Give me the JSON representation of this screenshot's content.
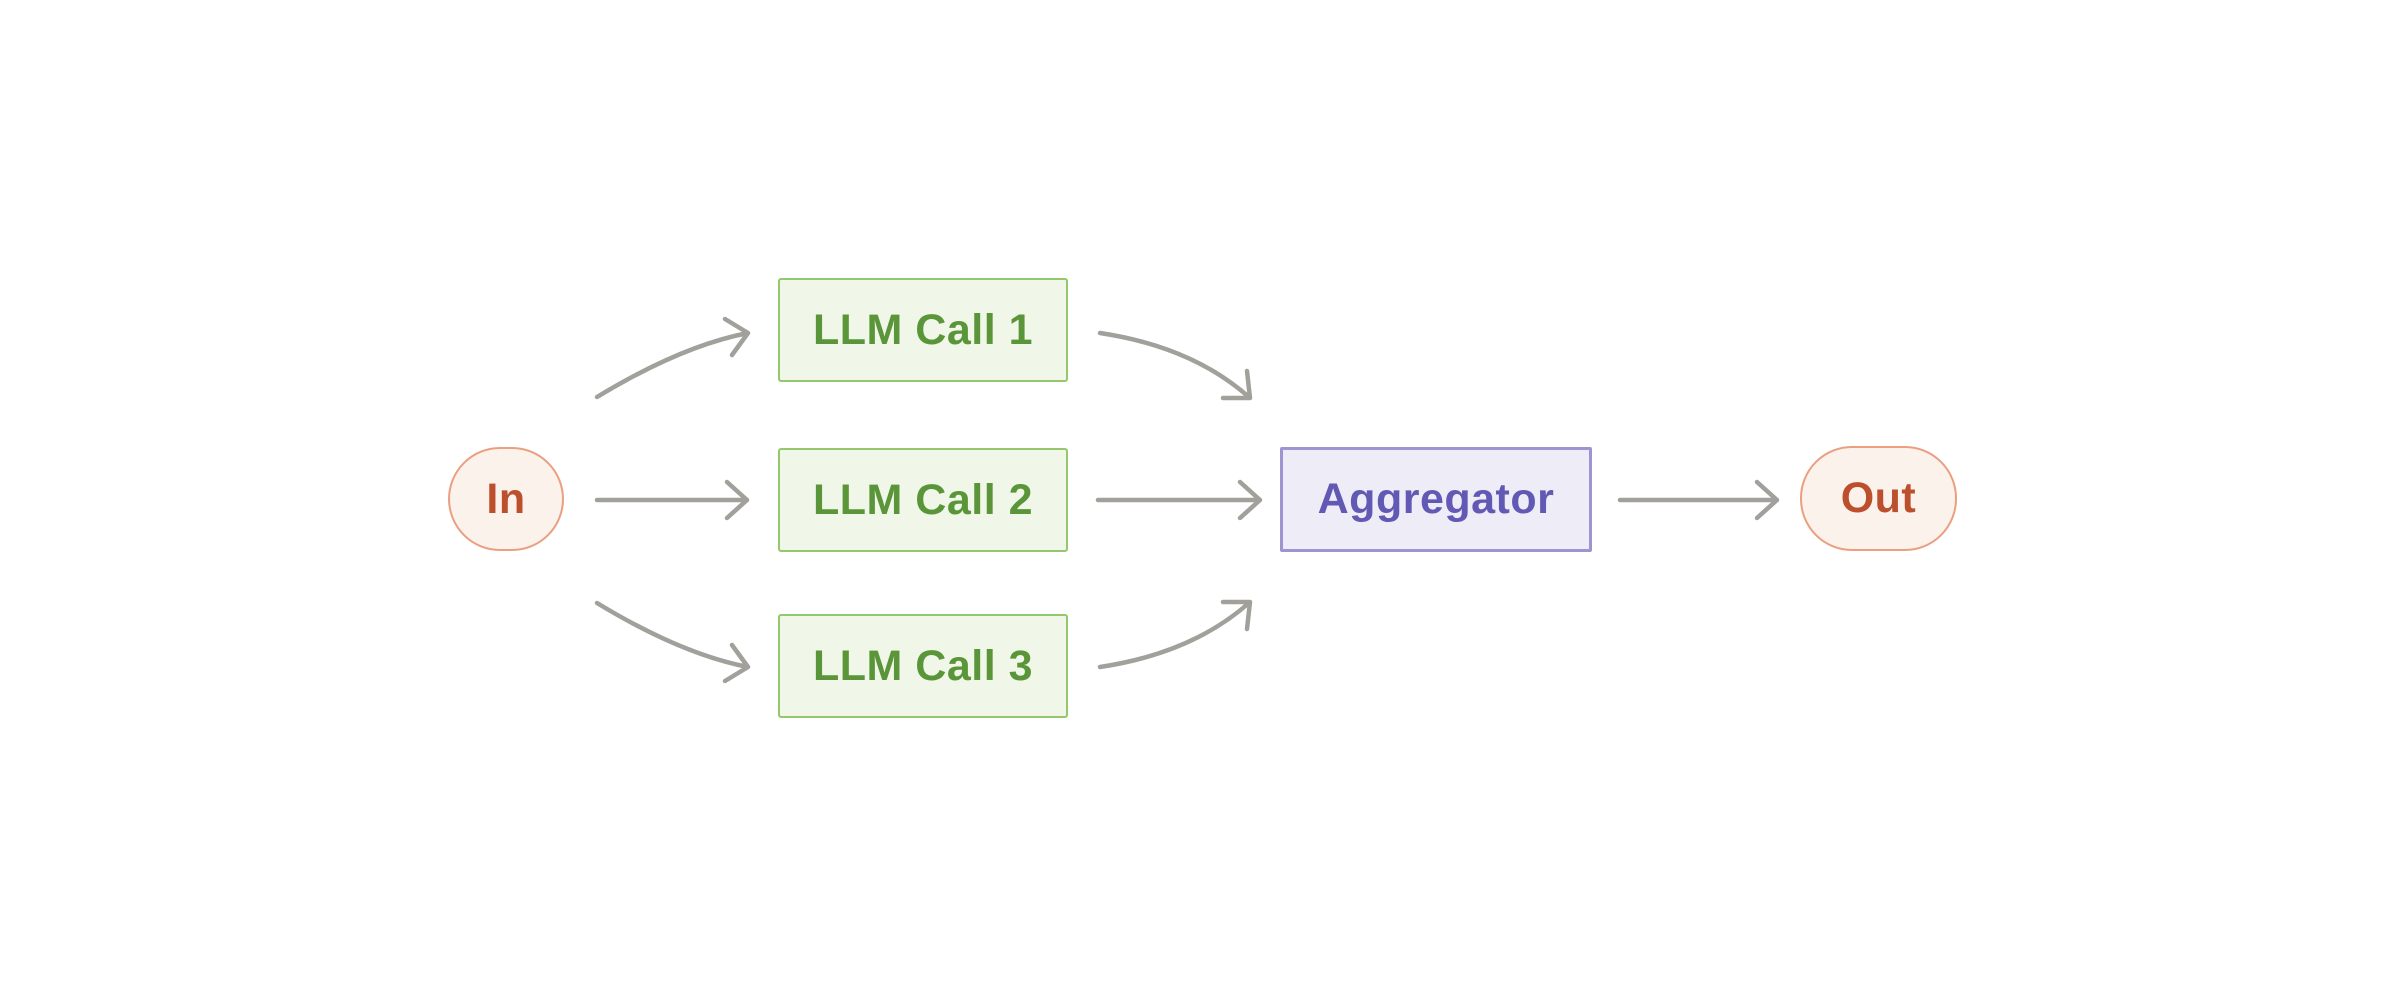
{
  "diagram": {
    "description": "Parallelization workflow: input fans out to three parallel LLM calls whose results are combined by an aggregator into one output",
    "background_color": "#ffffff",
    "arrow_color": "#A1A09A",
    "nodes": [
      {
        "id": "in",
        "label": "In",
        "shape": "pill",
        "fill": "#FCF2EC",
        "border": "#EB9F81",
        "text_color": "#BC4F2C"
      },
      {
        "id": "llm-call-1",
        "label": "LLM Call 1",
        "shape": "rectangle",
        "fill": "#F0F6E8",
        "border": "#94C86C",
        "text_color": "#5A9639"
      },
      {
        "id": "llm-call-2",
        "label": "LLM Call 2",
        "shape": "rectangle",
        "fill": "#F0F6E8",
        "border": "#94C86C",
        "text_color": "#5A9639"
      },
      {
        "id": "llm-call-3",
        "label": "LLM Call 3",
        "shape": "rectangle",
        "fill": "#F0F6E8",
        "border": "#94C86C",
        "text_color": "#5A9639"
      },
      {
        "id": "aggregator",
        "label": "Aggregator",
        "shape": "rectangle",
        "fill": "#EDECF7",
        "border": "#9C95D1",
        "text_color": "#6159B3"
      },
      {
        "id": "out",
        "label": "Out",
        "shape": "pill",
        "fill": "#FCF2EC",
        "border": "#EB9F81",
        "text_color": "#BC4F2C"
      }
    ],
    "edges": [
      {
        "from": "in",
        "to": "llm-call-1",
        "style": "curved"
      },
      {
        "from": "in",
        "to": "llm-call-2",
        "style": "straight"
      },
      {
        "from": "in",
        "to": "llm-call-3",
        "style": "curved"
      },
      {
        "from": "llm-call-1",
        "to": "aggregator",
        "style": "curved"
      },
      {
        "from": "llm-call-2",
        "to": "aggregator",
        "style": "straight"
      },
      {
        "from": "llm-call-3",
        "to": "aggregator",
        "style": "curved"
      },
      {
        "from": "aggregator",
        "to": "out",
        "style": "straight"
      }
    ]
  }
}
